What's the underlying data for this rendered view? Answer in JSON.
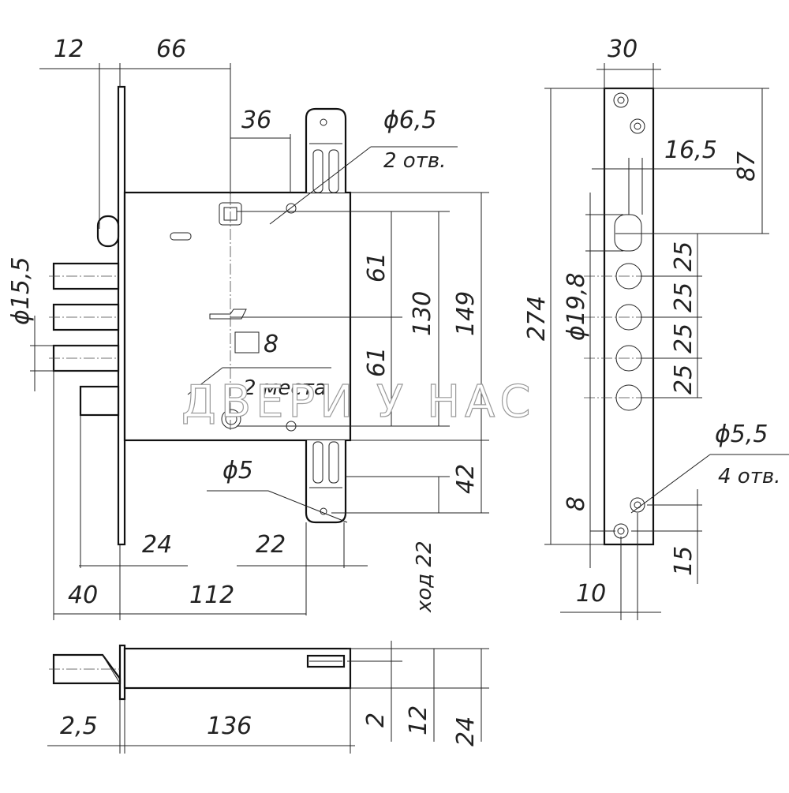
{
  "colors": {
    "line": "#1a1a1a",
    "text": "#222222",
    "watermark_stroke": "#9a9a9a"
  },
  "labels": {
    "front_top_12": "12",
    "front_top_66": "66",
    "front_top_36": "36",
    "hole_diam_65": "ϕ6,5",
    "hole_count_2": "2 отв.",
    "dim_61_upper": "61",
    "dim_130": "130",
    "dim_149": "149",
    "dim_61_lower": "61",
    "bolt_diam_155": "ϕ15,5",
    "square_8": "8",
    "places_2": "2 места",
    "hole_diam_5": "ϕ5",
    "dim_42": "42",
    "dim_24_bottom": "24",
    "dim_22_bottom": "22",
    "stroke_22": "ход 22",
    "dim_40": "40",
    "dim_112": "112",
    "dim_25": "2,5",
    "dim_136": "136",
    "dim_2": "2",
    "dim_12_side": "12",
    "dim_24_side": "24",
    "strip_30": "30",
    "strip_165": "16,5",
    "strip_87": "87",
    "strip_274": "274",
    "strip_198": "ϕ19,8",
    "strip_25_a": "25",
    "strip_25_b": "25",
    "strip_25_c": "25",
    "strip_25_d": "25",
    "strip_55": "ϕ5,5",
    "strip_4holes": "4 отв.",
    "strip_8": "8",
    "strip_10": "10",
    "strip_15": "15"
  },
  "watermark": "ДВЕРИ У НАС"
}
